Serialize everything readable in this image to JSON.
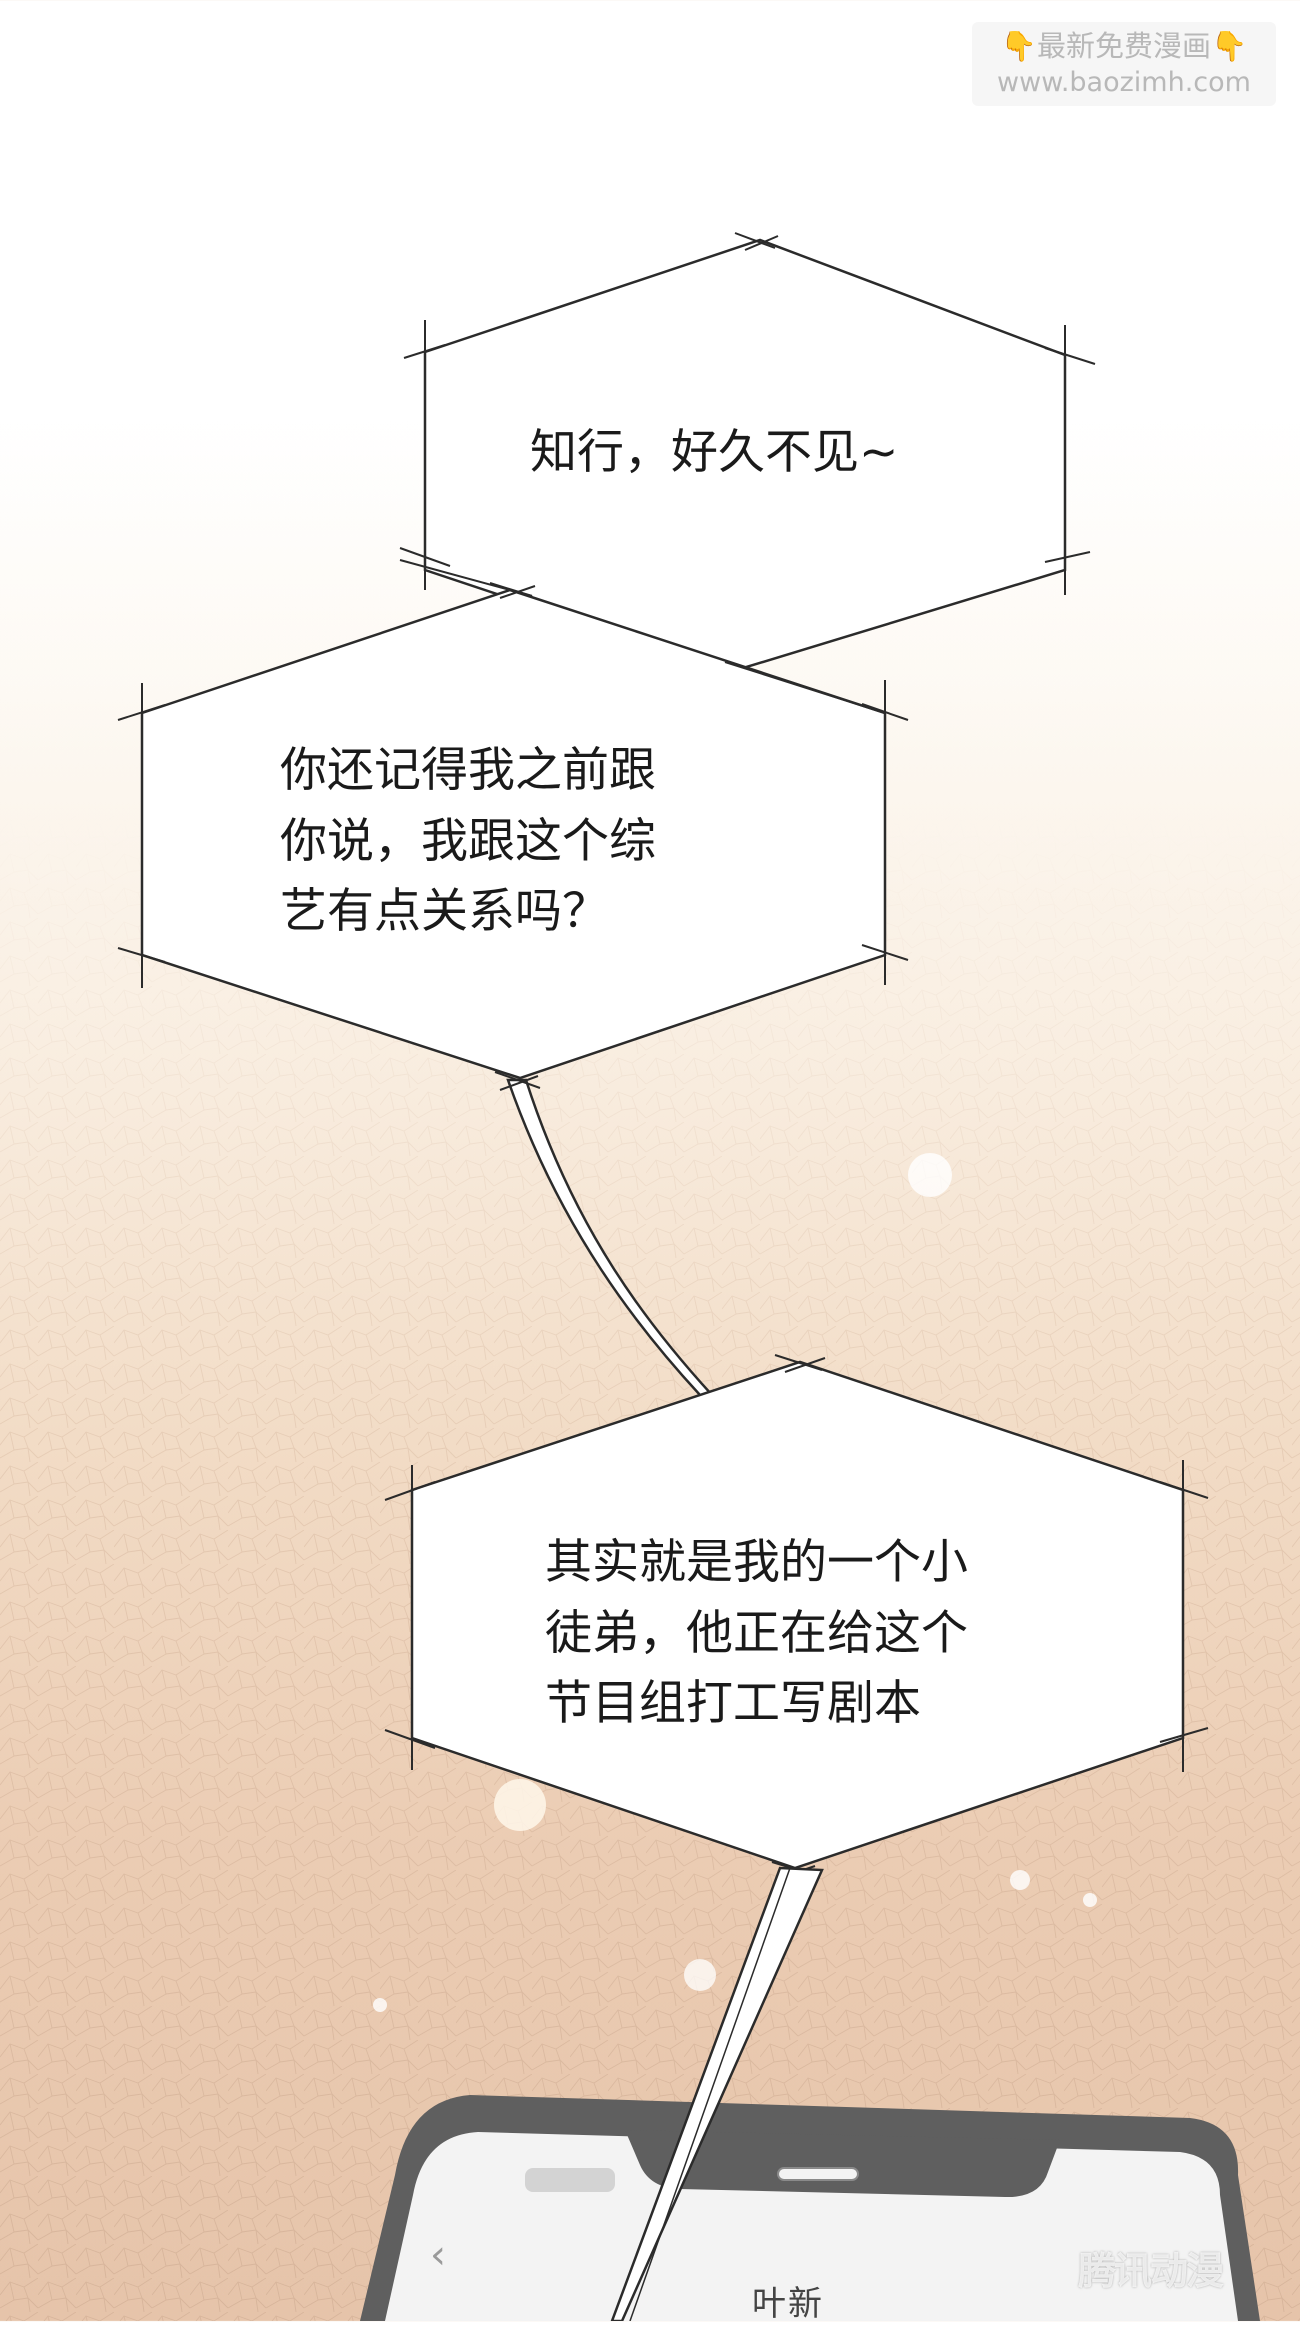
{
  "watermark": {
    "line1": "👇最新免费漫画👇",
    "line2": "www.baozimh.com"
  },
  "bubbles": [
    {
      "lines": [
        "知行，好久不见~"
      ]
    },
    {
      "lines": [
        "你还记得我之前跟",
        "你说，我跟这个综",
        "艺有点关系吗？"
      ]
    },
    {
      "lines": [
        "其实就是我的一个小",
        "徒弟，他正在给这个",
        "节目组打工写剧本"
      ]
    }
  ],
  "phone": {
    "back_label": "‹",
    "contact_name": "叶新"
  },
  "publisher_logo": "腾讯动漫",
  "colors": {
    "bubble_fill": "#ffffff",
    "bubble_stroke": "#2b2b2b",
    "text": "#1a1a1a",
    "phone_frame": "#5f5f5f",
    "phone_screen": "#f3f3f3"
  }
}
